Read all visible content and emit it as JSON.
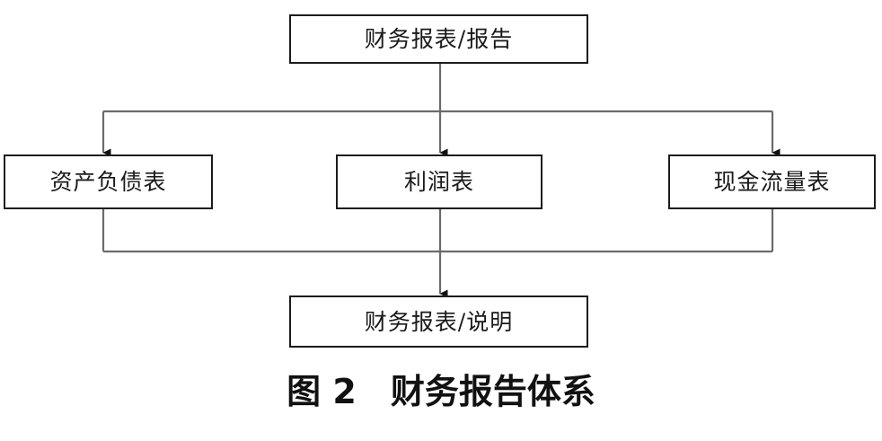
{
  "figure": {
    "caption": "图 2　财务报告体系",
    "caption_number": "图 2",
    "caption_title": "财务报告体系"
  },
  "nodes": {
    "root": {
      "label": "财务报表/报告"
    },
    "branch_left": {
      "label": "资产负债表"
    },
    "branch_center": {
      "label": "利润表"
    },
    "branch_right": {
      "label": "现金流量表"
    },
    "leaf": {
      "label": "财务报表/说明"
    }
  },
  "style": {
    "box_border_color": "#1c1c1c",
    "connector_color": "#6b6b6b",
    "arrow_color": "#111111",
    "background": "#ffffff",
    "text_color": "#1a1a1a"
  },
  "diagram_data": {
    "type": "flowchart",
    "orientation": "top-down",
    "levels": [
      {
        "level": 1,
        "nodes": [
          "财务报表/报告"
        ]
      },
      {
        "level": 2,
        "nodes": [
          "资产负债表",
          "利润表",
          "现金流量表"
        ]
      },
      {
        "level": 3,
        "nodes": [
          "财务报表/说明"
        ]
      }
    ],
    "edges": [
      {
        "from": "财务报表/报告",
        "to": "资产负债表",
        "arrow": true
      },
      {
        "from": "财务报表/报告",
        "to": "利润表",
        "arrow": true
      },
      {
        "from": "财务报表/报告",
        "to": "现金流量表",
        "arrow": true
      },
      {
        "from": "资产负债表",
        "to": "财务报表/说明",
        "arrow": true
      },
      {
        "from": "利润表",
        "to": "财务报表/说明",
        "arrow": true
      },
      {
        "from": "现金流量表",
        "to": "财务报表/说明",
        "arrow": true
      }
    ]
  }
}
